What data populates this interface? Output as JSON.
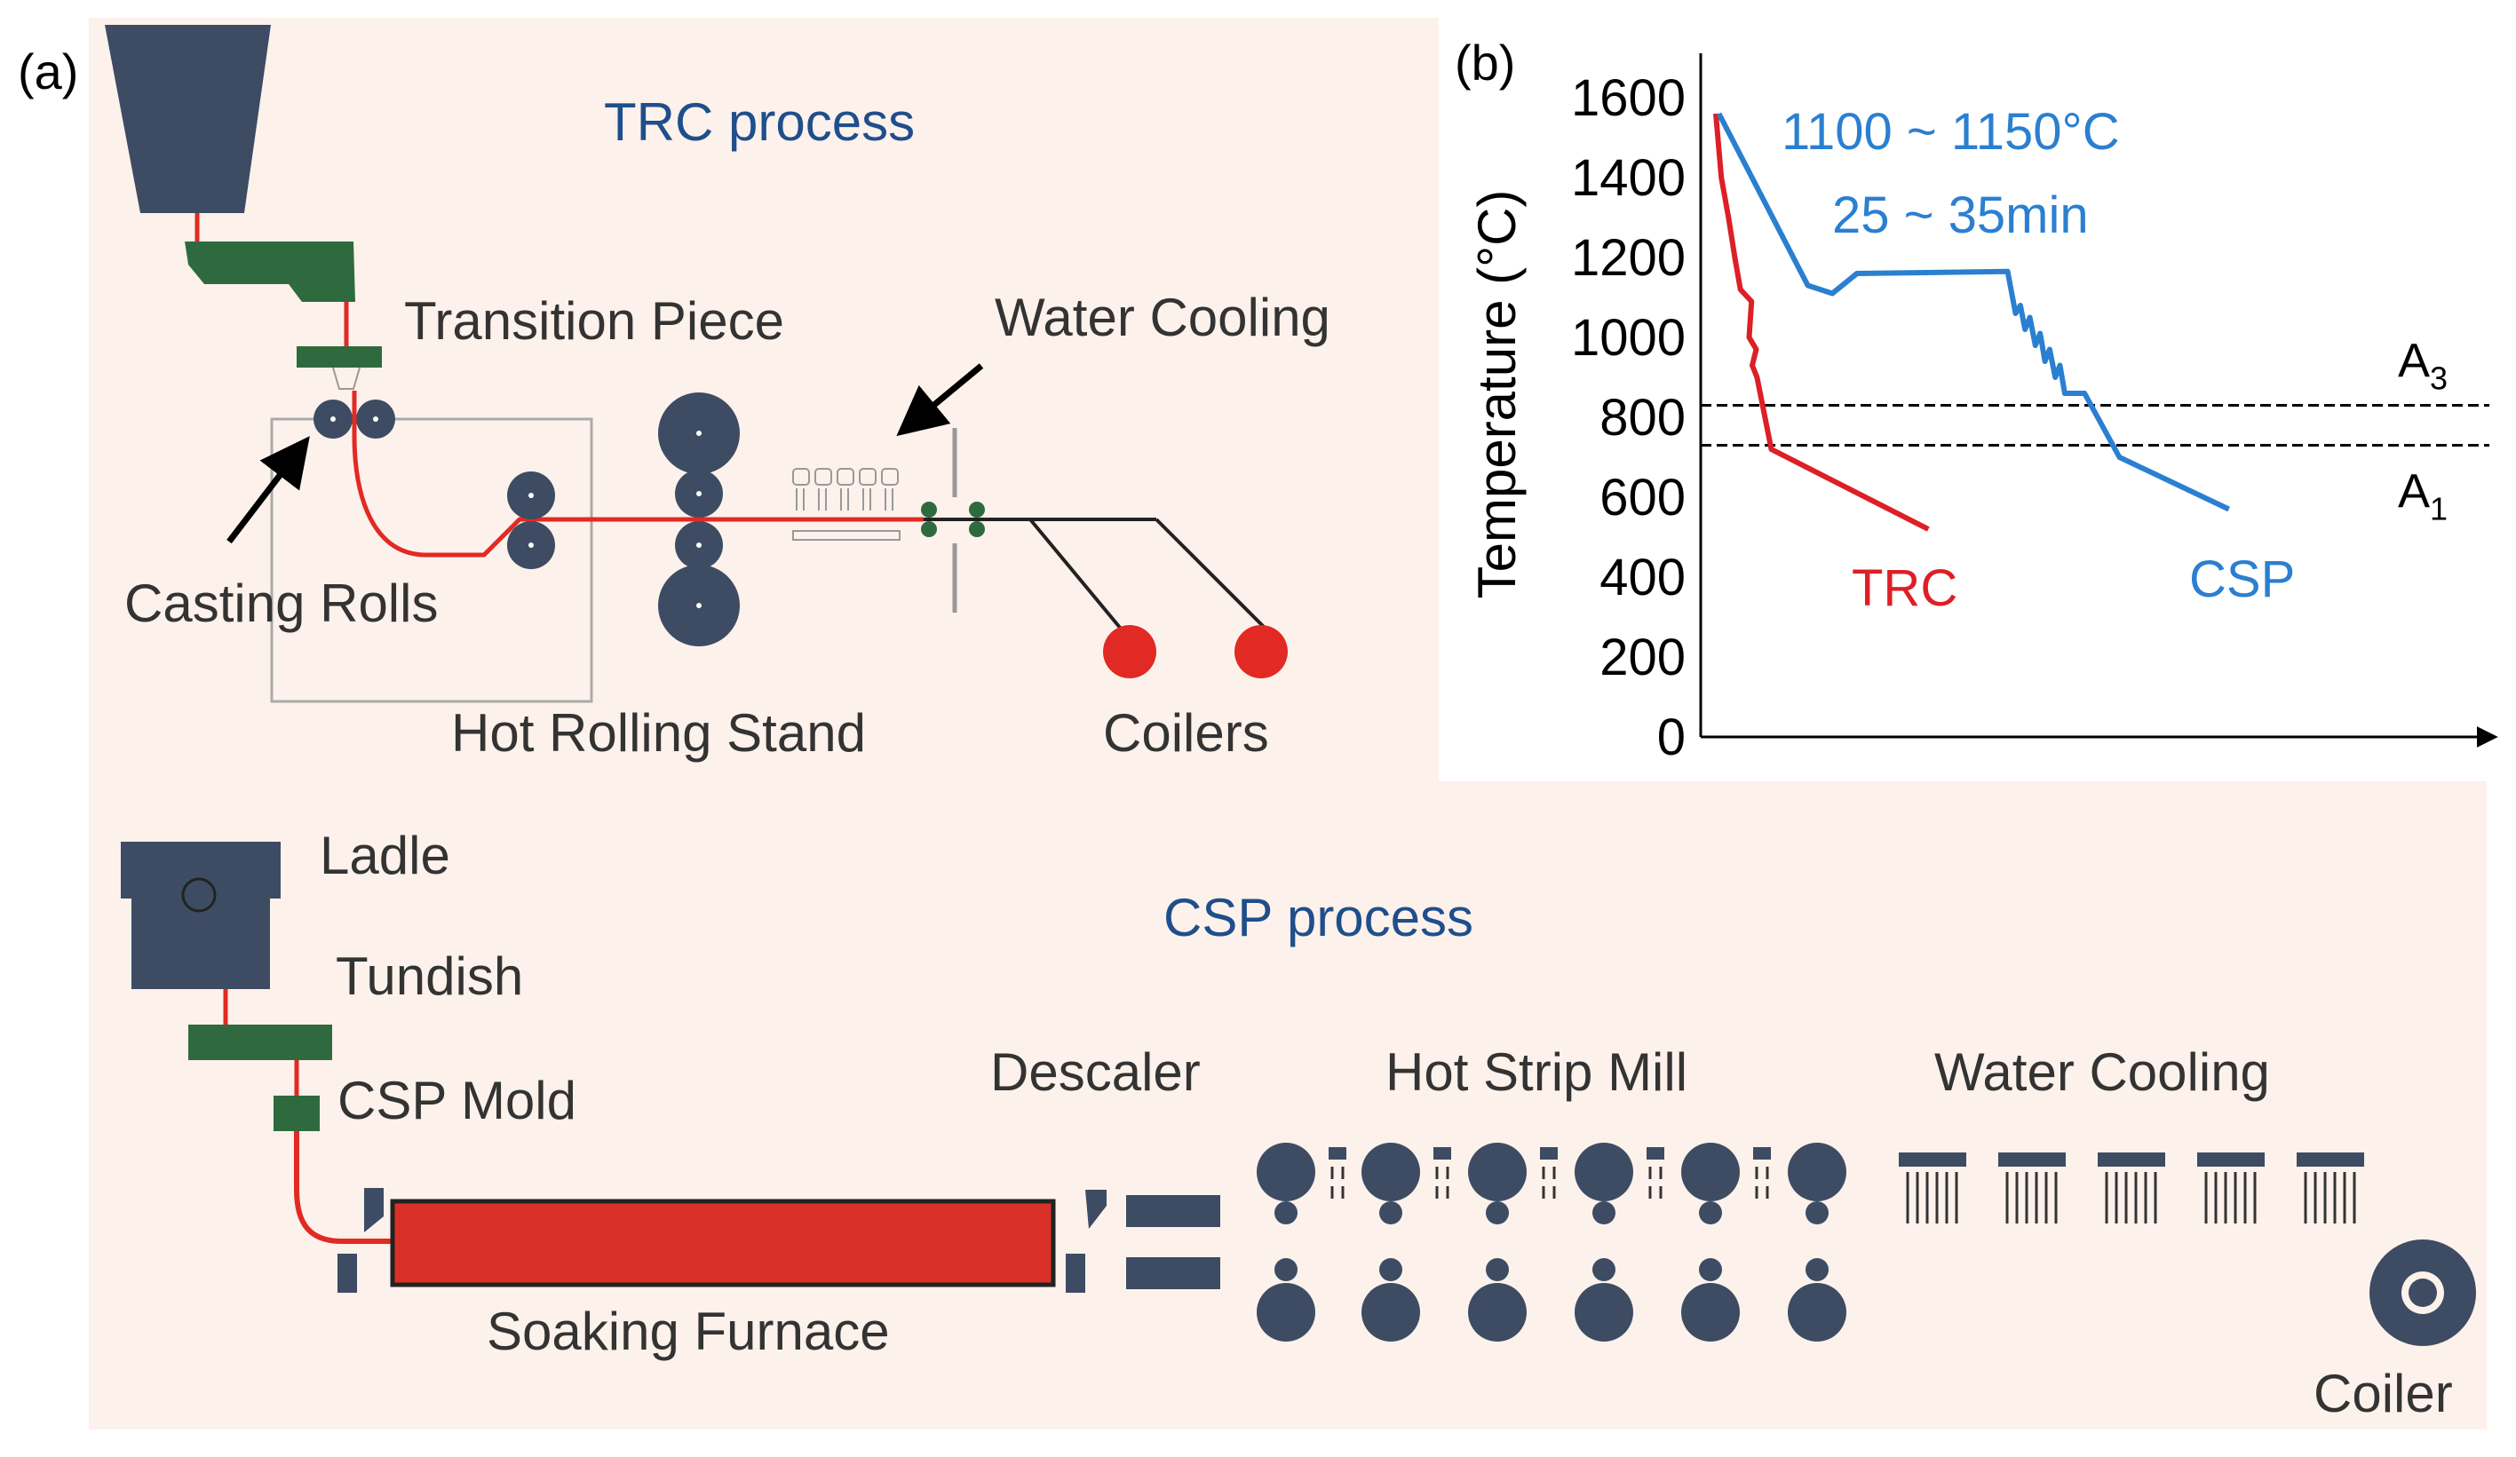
{
  "panel_a": {
    "label": "(a)",
    "trc": {
      "title": "TRC process",
      "labels": {
        "transition_piece": "Transition Piece",
        "water_cooling": "Water Cooling",
        "casting_rolls": "Casting Rolls",
        "hot_rolling_stand": "Hot Rolling Stand",
        "coilers": "Coilers"
      }
    },
    "csp": {
      "title": "CSP process",
      "labels": {
        "ladle": "Ladle",
        "tundish": "Tundish",
        "csp_mold": "CSP Mold",
        "descaler": "Descaler",
        "hot_strip_mill": "Hot Strip Mill",
        "water_cooling": "Water Cooling",
        "soaking_furnace": "Soaking Furnace",
        "coiler": "Coiler"
      }
    }
  },
  "panel_b": {
    "label": "(b)",
    "chart_data": {
      "type": "line",
      "ylabel": "Temperature (°C)",
      "ylim": [
        0,
        1600
      ],
      "yticks": [
        0,
        200,
        400,
        600,
        800,
        1000,
        1200,
        1400,
        1600
      ],
      "xlim": [
        0,
        100
      ],
      "reference_lines": [
        {
          "name": "A",
          "subscript": "3",
          "y": 830
        },
        {
          "name": "A",
          "subscript": "1",
          "y": 730
        }
      ],
      "annotations": [
        "1100 ~ 1150°C",
        "25 ~ 35min"
      ],
      "series": [
        {
          "name": "TRC",
          "color": "#dd1f26",
          "points": [
            [
              1.9,
              1560
            ],
            [
              2.6,
              1400
            ],
            [
              3.5,
              1300
            ],
            [
              4.3,
              1200
            ],
            [
              5.0,
              1120
            ],
            [
              6.4,
              1090
            ],
            [
              6.1,
              1000
            ],
            [
              7.0,
              970
            ],
            [
              6.5,
              930
            ],
            [
              7.1,
              900
            ],
            [
              8.9,
              720
            ],
            [
              28.7,
              520
            ]
          ]
        },
        {
          "name": "CSP",
          "color": "#2b7fd0",
          "points": [
            [
              2.3,
              1560
            ],
            [
              13.5,
              1130
            ],
            [
              16.6,
              1110
            ],
            [
              19.7,
              1160
            ],
            [
              38.7,
              1165
            ],
            [
              39.7,
              1060
            ],
            [
              40.3,
              1080
            ],
            [
              40.9,
              1020
            ],
            [
              41.5,
              1050
            ],
            [
              42.2,
              980
            ],
            [
              42.8,
              1010
            ],
            [
              43.4,
              940
            ],
            [
              44.0,
              970
            ],
            [
              44.7,
              900
            ],
            [
              45.3,
              930
            ],
            [
              45.9,
              860
            ],
            [
              48.4,
              860
            ],
            [
              52.8,
              700
            ],
            [
              66.6,
              570
            ]
          ]
        }
      ]
    }
  },
  "colors": {
    "background_panel": "#fdf1eb",
    "navy": "#3d4c63",
    "green": "#2f6a3f",
    "red_strip": "#e12a23",
    "furnace_red": "#d93127",
    "title_blue": "#1f4e8c",
    "trc_red": "#dd1f26",
    "csp_blue": "#2b7fd0"
  }
}
